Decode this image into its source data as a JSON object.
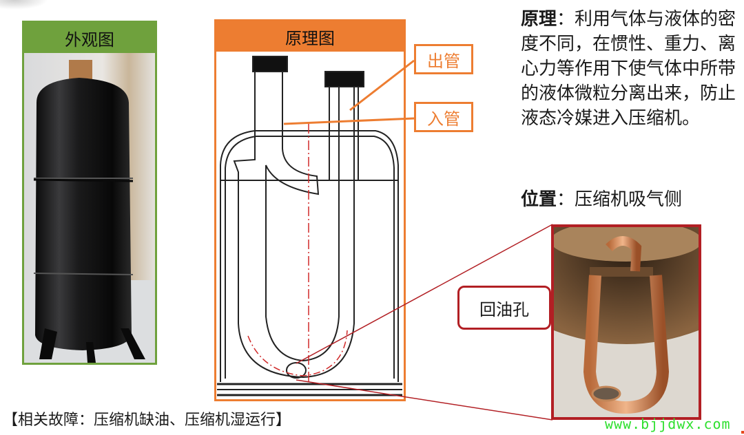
{
  "left_panel": {
    "title": "外观图"
  },
  "middle_panel": {
    "title": "原理图"
  },
  "labels": {
    "outlet": "出管",
    "inlet": "入管",
    "oil_return_hole": "回油孔"
  },
  "principle": {
    "label": "原理",
    "text": "：利用气体与液体的密度不同，在惯性、重力、离心力等作用下使气体中所带的液体微粒分离出来，防止液态冷媒进入压缩机。"
  },
  "position": {
    "label": "位置",
    "text": "：压缩机吸气侧"
  },
  "related_faults": "【相关故障：压缩机缺油、压缩机湿运行】",
  "watermark": "www.bjjdwx.com",
  "colors": {
    "green": "#6fa13d",
    "orange": "#ed7d31",
    "red": "#b21f24",
    "watermark": "#2ee02e"
  }
}
